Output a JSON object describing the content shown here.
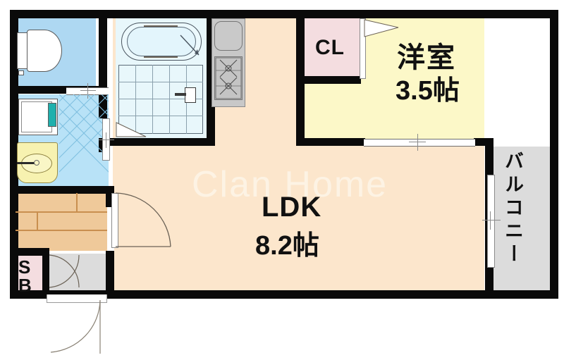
{
  "plan": {
    "watermark": "Clan Home",
    "rooms": [
      {
        "id": "ldk",
        "label": "LDK",
        "area": "8.2帖",
        "color": "#fce6cc"
      },
      {
        "id": "washitsu",
        "label": "洋室",
        "area": "3.5帖",
        "color": "#fcf8c8"
      },
      {
        "id": "closet",
        "label": "CL",
        "area": "",
        "color": "#f4dde0"
      },
      {
        "id": "balcony",
        "label": "バルコニー",
        "area": "",
        "color": "#dcdcdc"
      },
      {
        "id": "shoebox",
        "label": "SB",
        "area": "",
        "color": "#f4dde0"
      }
    ],
    "labels": {
      "ldk": "LDK",
      "ldk_area": "8.2帖",
      "room": "洋室",
      "room_area": "3.5帖",
      "cl": "CL",
      "balcony": "バルコニー",
      "sb_line1": "S",
      "sb_line2": "B"
    },
    "fixtures": [
      {
        "name": "bathtub",
        "room": "bath"
      },
      {
        "name": "shower-floor",
        "room": "bath"
      },
      {
        "name": "kitchen-sink",
        "room": "ldk"
      },
      {
        "name": "gas-stove",
        "room": "ldk"
      },
      {
        "name": "toilet",
        "room": "toilet"
      },
      {
        "name": "washing-machine",
        "room": "washroom"
      },
      {
        "name": "vanity-basin",
        "room": "washroom"
      },
      {
        "name": "storage-shelves",
        "room": "storage"
      },
      {
        "name": "entrance-door",
        "room": "entrance"
      }
    ],
    "colors": {
      "wall": "#0a0a0a",
      "ldk_floor": "#fce6cc",
      "room_floor": "#fcf8c8",
      "closet_floor": "#f4dde0",
      "toilet_floor": "#aed8f2",
      "wash_floor": "#b8e2f7",
      "bath_floor": "#e8f7fb",
      "balcony_floor": "#dcdcdc",
      "storage_floor": "#efc99a",
      "entrance_floor": "#dcdcdc",
      "watermark": "#fdf3e4"
    }
  }
}
